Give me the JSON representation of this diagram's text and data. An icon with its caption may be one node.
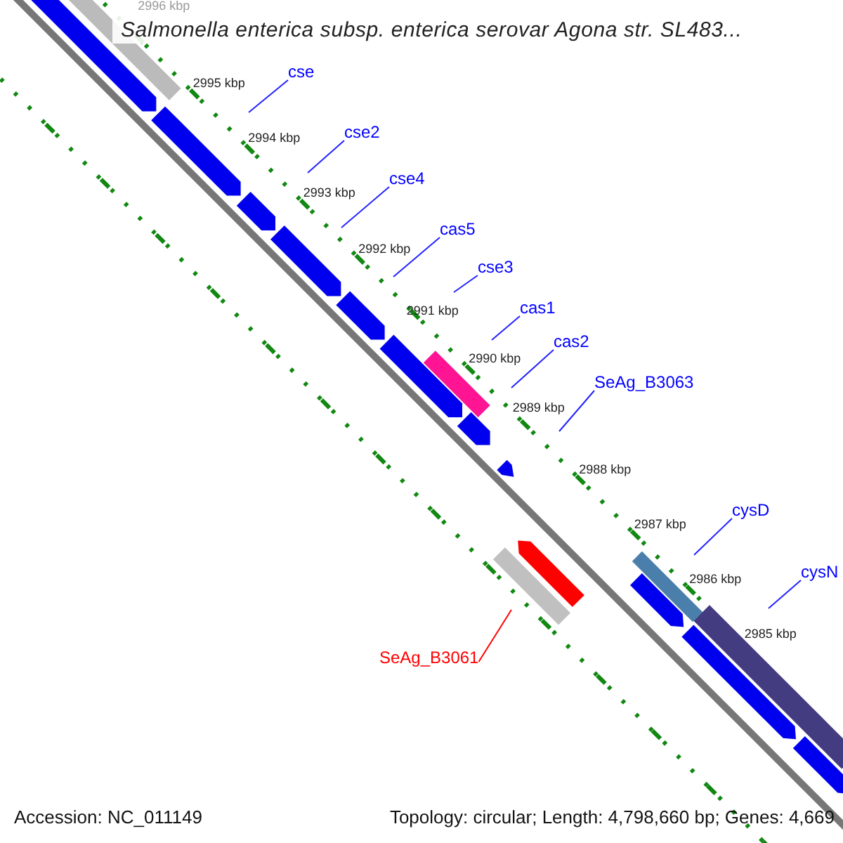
{
  "diagram": {
    "title": "Salmonella enterica subsp. enterica serovar Agona str. SL483...",
    "nodes": [
      {
        "text": [
          "cse"
        ]
      },
      {
        "text": [
          "cse2"
        ]
      },
      {
        "text": [
          "cse4"
        ]
      },
      {
        "text": [
          "cas5"
        ]
      },
      {
        "text": [
          "cse3"
        ]
      },
      {
        "text": [
          "cas1"
        ]
      },
      {
        "text": [
          "cas2"
        ]
      },
      {
        "text": [
          "SeAg_B3063"
        ]
      },
      {
        "text": [
          "cysD"
        ]
      },
      {
        "text": [
          "cysN"
        ]
      },
      {
        "text": [
          "SeAg_B3061"
        ]
      }
    ],
    "edges": [
      {
        "from": 0,
        "to": null,
        "arrow": "none"
      },
      {
        "from": 1,
        "to": null,
        "arrow": "none"
      },
      {
        "from": 2,
        "to": null,
        "arrow": "none"
      },
      {
        "from": 3,
        "to": null,
        "arrow": "none"
      },
      {
        "from": 4,
        "to": null,
        "arrow": "none"
      },
      {
        "from": 5,
        "to": null,
        "arrow": "none"
      },
      {
        "from": 6,
        "to": null,
        "arrow": "none"
      },
      {
        "from": 7,
        "to": null,
        "arrow": "none"
      },
      {
        "from": 8,
        "to": null,
        "arrow": "none"
      },
      {
        "from": 9,
        "to": null,
        "arrow": "none"
      },
      {
        "from": 10,
        "to": null,
        "arrow": "none",
        "color": "#ff0000"
      }
    ],
    "labels": [
      "2996 kbp",
      "2995 kbp",
      "2994 kbp",
      "2993 kbp",
      "2992 kbp",
      "2991 kbp",
      "2990 kbp",
      "2989 kbp",
      "2988 kbp",
      "2987 kbp",
      "2986 kbp",
      "2985 kbp",
      "Accession: NC_011149",
      "Topology: circular; Length: 4,798,660 bp; Genes: 4,669"
    ]
  }
}
